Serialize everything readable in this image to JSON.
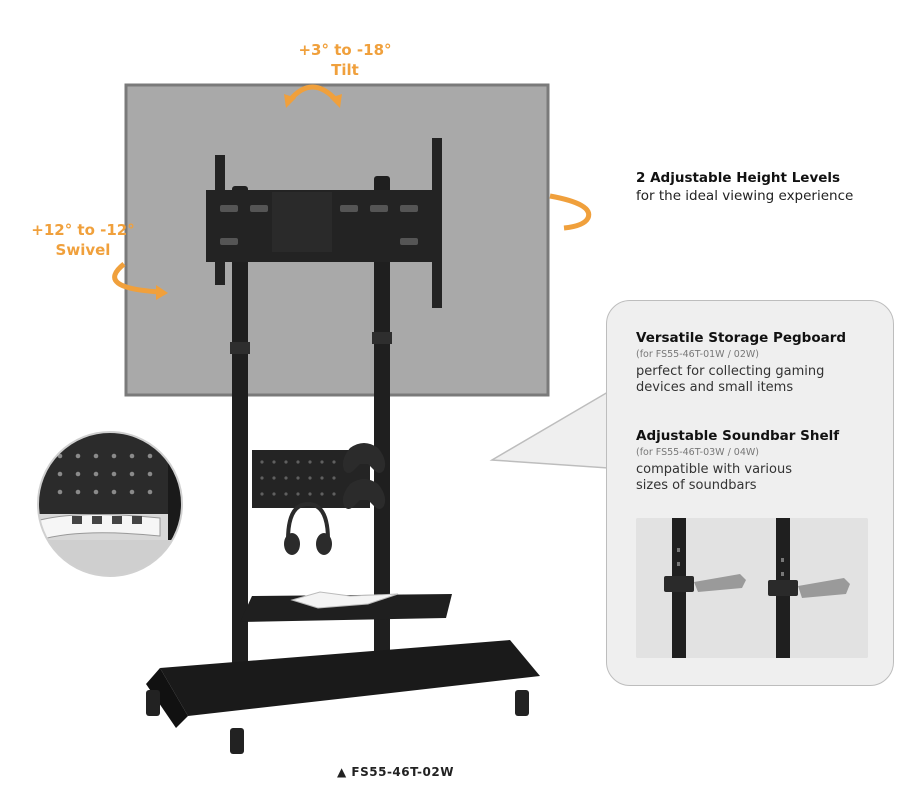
{
  "tilt": {
    "range": "+3° to -18°",
    "label": "Tilt"
  },
  "swivel": {
    "range": "+12° to -12°",
    "label": "Swivel"
  },
  "height": {
    "title": "2 Adjustable Height Levels",
    "subtitle": "for the ideal viewing experience"
  },
  "pegboard": {
    "title": "Versatile Storage Pegboard",
    "models": "(for FS55-46T-01W / 02W)",
    "description_line1": "perfect for collecting gaming",
    "description_line2": "devices and small items"
  },
  "soundbar": {
    "title": "Adjustable Soundbar Shelf",
    "models": "(for FS55-46T-03W / 04W)",
    "description_line1": "compatible with various",
    "description_line2": "sizes of soundbars"
  },
  "model_label": "▲ FS55-46T-02W",
  "colors": {
    "accent_orange": "#f0a03c",
    "stand_black": "#1f1f1f",
    "screen_gray": "#a9a9a9",
    "callout_bg": "#efefef"
  },
  "icons": [
    "tilt-arrow-icon",
    "swivel-arrow-icon",
    "rotate-arrow-icon"
  ]
}
